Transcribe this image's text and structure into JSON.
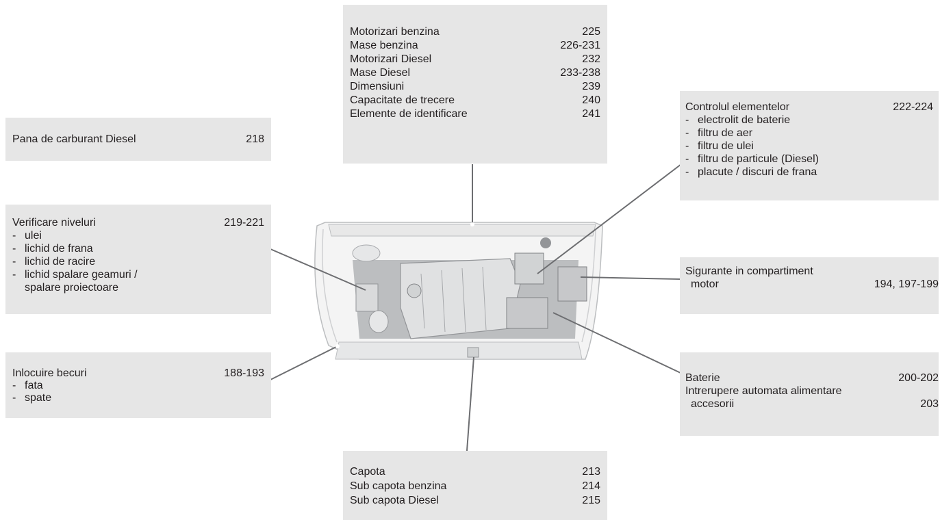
{
  "boxes": {
    "specs": {
      "rows": [
        {
          "label": "Motorizari benzina",
          "page": "225"
        },
        {
          "label": "Mase benzina",
          "page": "226-231"
        },
        {
          "label": "Motorizari Diesel",
          "page": "232"
        },
        {
          "label": "Mase Diesel",
          "page": "233-238"
        },
        {
          "label": "Dimensiuni",
          "page": "239"
        },
        {
          "label": "Capacitate de trecere",
          "page": "240"
        },
        {
          "label": "Elemente de identificare",
          "page": "241"
        }
      ]
    },
    "diesel": {
      "label": "Pana de carburant Diesel",
      "page": "218"
    },
    "control": {
      "label": "Controlul elementelor",
      "page": "222-224",
      "dash": "-",
      "items": [
        "electrolit de baterie",
        "filtru de aer",
        "filtru de ulei",
        "filtru de particule (Diesel)",
        "placute / discuri de frana"
      ]
    },
    "levels": {
      "label": "Verificare niveluri",
      "page": "219-221",
      "dash": "-",
      "items": [
        "ulei",
        "lichid de frana",
        "lichid de racire",
        "lichid spalare geamuri /"
      ],
      "continuation": "spalare proiectoare"
    },
    "fuses": {
      "label": "Sigurante in compartiment",
      "label2": "motor",
      "page": "194, 197-199"
    },
    "bulbs": {
      "label": "Inlocuire becuri",
      "page": "188-193",
      "dash": "-",
      "items": [
        "fata",
        "spate"
      ]
    },
    "battery": {
      "label": "Baterie",
      "page": "200-202",
      "label2": "Intrerupere automata alimentare",
      "label3": "accesorii",
      "page2": "203"
    },
    "bonnet": {
      "rows": [
        {
          "label": "Capota",
          "page": "213"
        },
        {
          "label": "Sub capota benzina",
          "page": "214"
        },
        {
          "label": "Sub capota Diesel",
          "page": "215"
        }
      ]
    }
  },
  "colors": {
    "box_bg": "#e6e6e6",
    "line": "#6d6e71",
    "text": "#231f20"
  }
}
